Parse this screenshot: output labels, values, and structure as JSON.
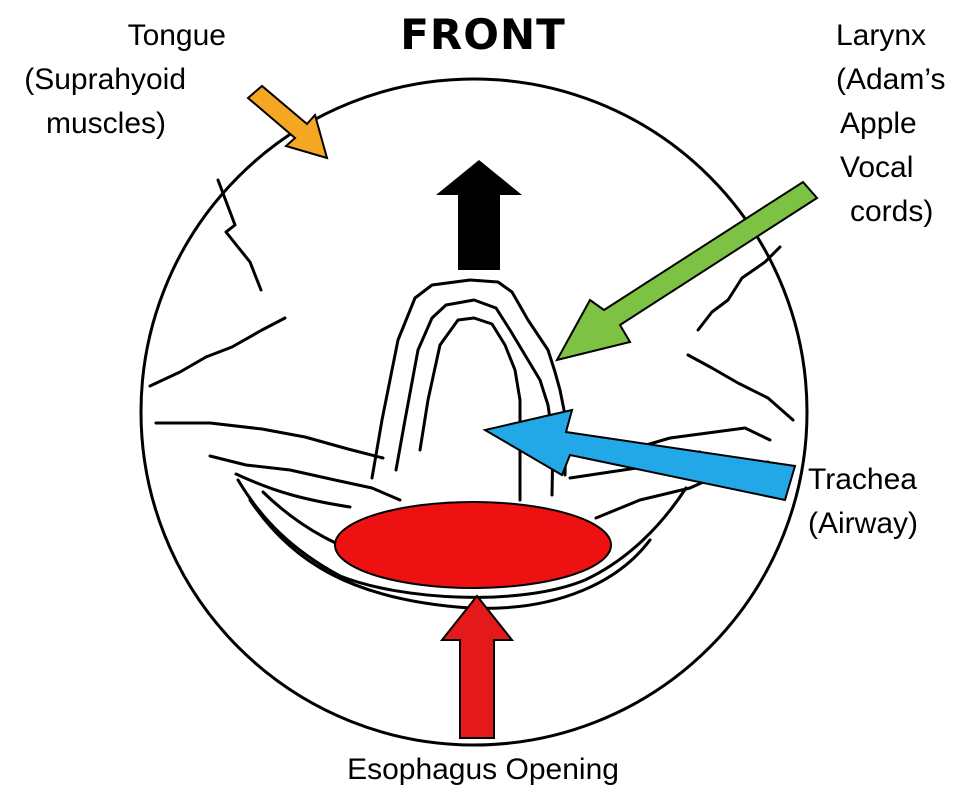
{
  "title": "FRONT",
  "labels": {
    "tongue": [
      "Tongue",
      "(Suprahyoid",
      "muscles)"
    ],
    "larynx": [
      "Larynx",
      "(Adam’s",
      "Apple",
      "Vocal",
      "cords)"
    ],
    "trachea": [
      "Trachea",
      "(Airway)"
    ],
    "esophagus": "Esophagus Opening"
  },
  "colors": {
    "tongue_arrow": "#F5A623",
    "larynx_arrow": "#7DC242",
    "trachea_arrow": "#22A8E6",
    "esophagus_arrow": "#E41A1A",
    "esophagus_opening": "#EE1111",
    "front_arrow": "#000000"
  }
}
